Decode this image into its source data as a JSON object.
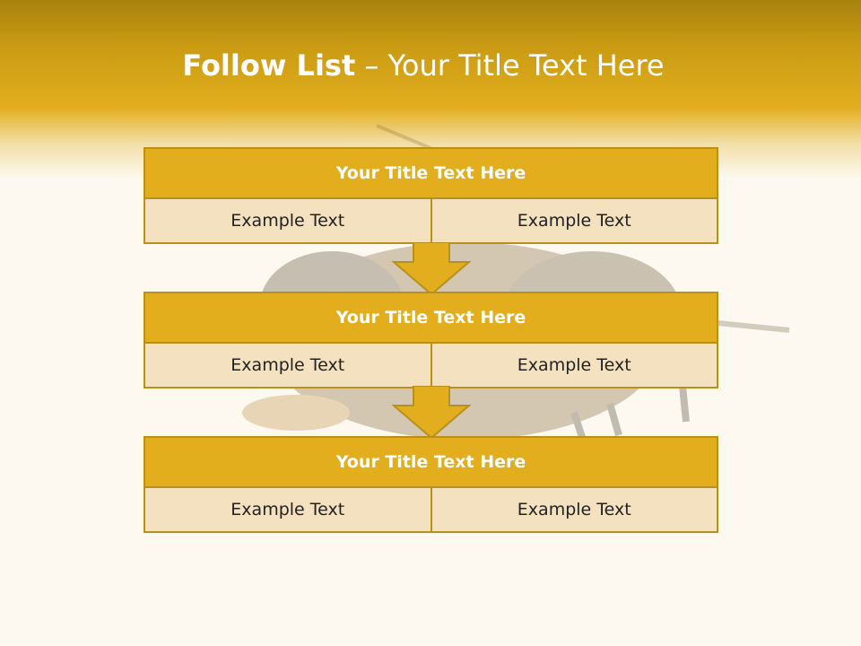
{
  "title": {
    "bold": "Follow List",
    "rest": " – Your Title Text Here"
  },
  "colors": {
    "accent": "#e2ae1e",
    "border": "#b8901a",
    "cell": "#f4e1bf",
    "background": "#fdf9f1"
  },
  "boxes": [
    {
      "title": "Your Title Text Here",
      "left": "Example Text",
      "right": "Example Text"
    },
    {
      "title": "Your Title Text Here",
      "left": "Example Text",
      "right": "Example Text"
    },
    {
      "title": "Your Title Text Here",
      "left": "Example Text",
      "right": "Example Text"
    }
  ]
}
